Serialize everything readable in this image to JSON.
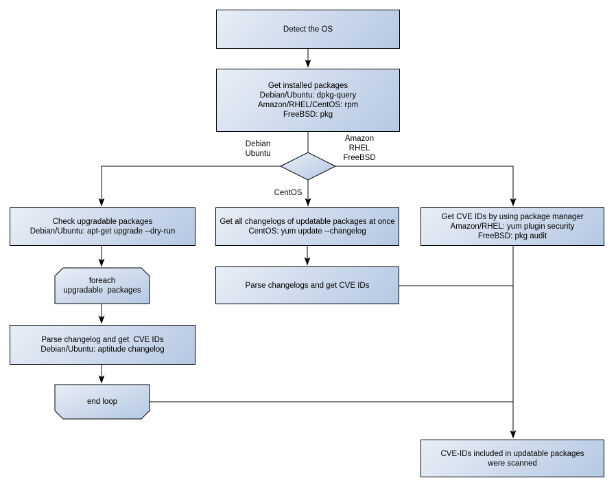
{
  "colors": {
    "background": "#ffffff",
    "node_fill_light": "#e9eef6",
    "node_fill_dark": "#b5c8e3",
    "node_border": "#000000",
    "connector": "#000000",
    "text": "#000000"
  },
  "nodes": {
    "detect_os": "Detect the OS",
    "get_installed_packages": "Get installed packages\nDebian/Ubuntu: dpkg-query\nAmazon/RHEL/CentOS: rpm\nFreeBSD: pkg",
    "check_upgradable_packages": "Check upgradable packages\nDebian/Ubuntu: apt-get upgrade --dry-run",
    "foreach_loop_start": "foreach\nupgradable  packages",
    "parse_changelog_debian": "Parse changelog and get  CVE IDs\nDebian/Ubuntu: aptitude changelog",
    "end_loop": "end loop",
    "get_all_changelogs_centos": "Get all changelogs of updatable packages at once\nCentOS: yum update --changelog",
    "parse_changelogs_centos": "Parse changelogs and get CVE IDs",
    "get_cve_ids_package_manager": "Get CVE IDs by using package manager\nAmazon/RHEL: yum plugin security\nFreeBSD: pkg audit",
    "result_scanned": "CVE-IDs included in updatable packages\nwere scanned"
  },
  "branch_labels": {
    "debian_ubuntu": "Debian\nUbuntu",
    "amazon_rhel_freebsd": "Amazon\nRHEL\nFreeBSD",
    "centos": "CentOS"
  }
}
